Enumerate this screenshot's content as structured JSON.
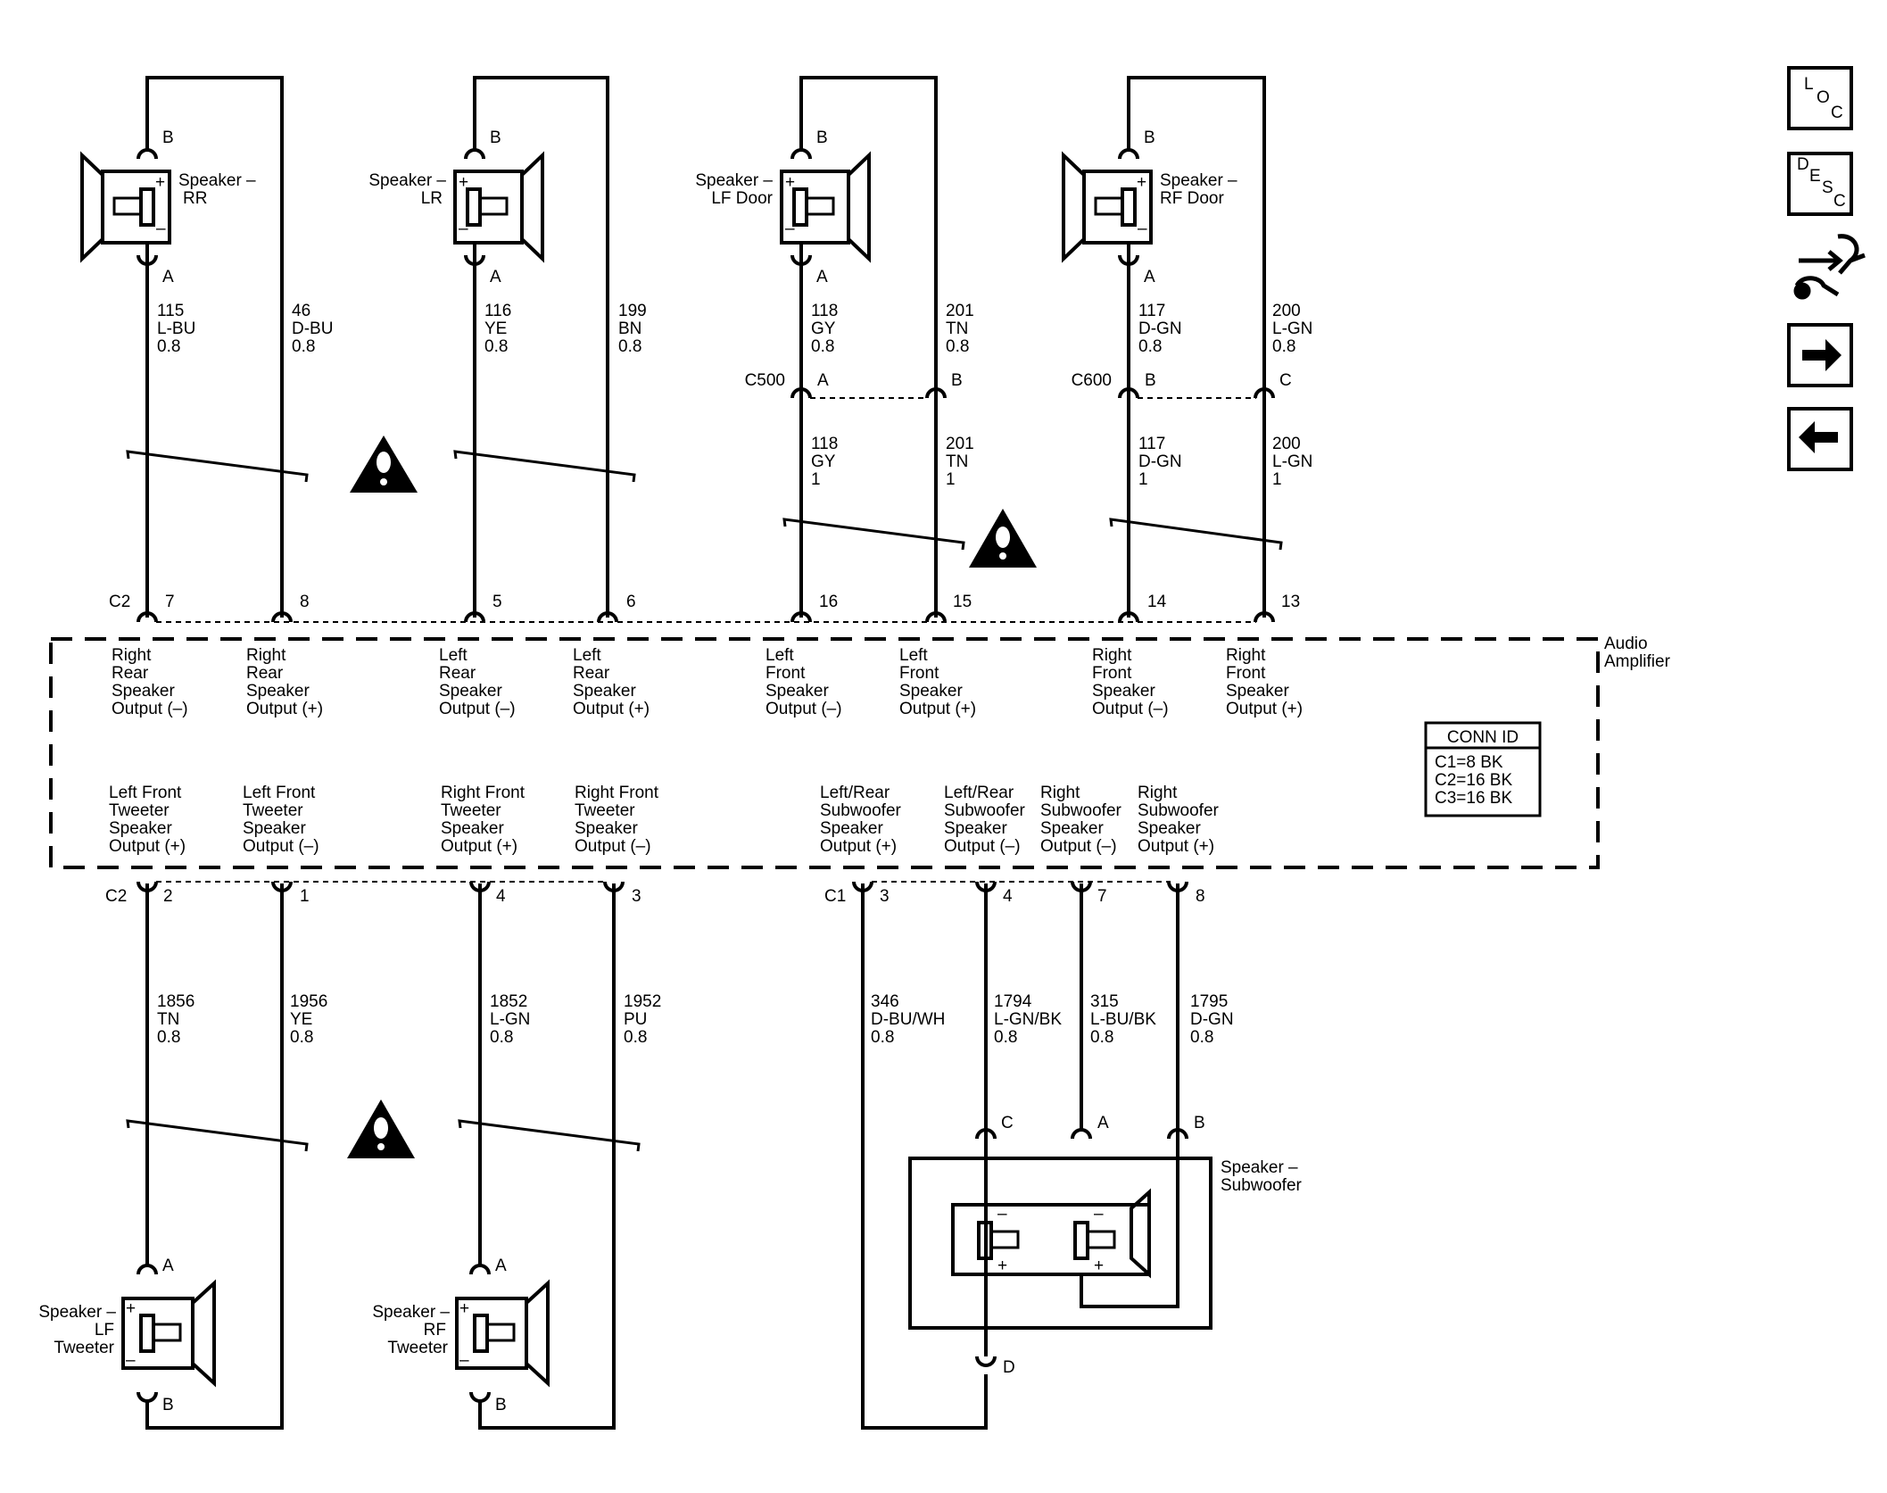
{
  "nav": {
    "loc": [
      "L",
      "O",
      "C"
    ],
    "desc": [
      "D",
      "E",
      "S",
      "C"
    ]
  },
  "amplifier": {
    "name_lines": [
      "Audio",
      "Amplifier"
    ],
    "conn_id": {
      "title": "CONN ID",
      "rows": [
        "C1=8 BK",
        "C2=16 BK",
        "C3=16 BK"
      ]
    },
    "top_connector": "C2",
    "bottom_connectors": [
      "C2",
      "C1"
    ],
    "top_outputs": [
      {
        "pin": "7",
        "lines": [
          "Right",
          "Rear",
          "Speaker",
          "Output (–)"
        ]
      },
      {
        "pin": "8",
        "lines": [
          "Right",
          "Rear",
          "Speaker",
          "Output (+)"
        ]
      },
      {
        "pin": "5",
        "lines": [
          "Left",
          "Rear",
          "Speaker",
          "Output (–)"
        ]
      },
      {
        "pin": "6",
        "lines": [
          "Left",
          "Rear",
          "Speaker",
          "Output (+)"
        ]
      },
      {
        "pin": "16",
        "lines": [
          "Left",
          "Front",
          "Speaker",
          "Output (–)"
        ]
      },
      {
        "pin": "15",
        "lines": [
          "Left",
          "Front",
          "Speaker",
          "Output (+)"
        ]
      },
      {
        "pin": "14",
        "lines": [
          "Right",
          "Front",
          "Speaker",
          "Output (–)"
        ]
      },
      {
        "pin": "13",
        "lines": [
          "Right",
          "Front",
          "Speaker",
          "Output (+)"
        ]
      }
    ],
    "bottom_outputs": [
      {
        "pin": "2",
        "lines": [
          "Left Front",
          "Tweeter",
          "Speaker",
          "Output (+)"
        ]
      },
      {
        "pin": "1",
        "lines": [
          "Left Front",
          "Tweeter",
          "Speaker",
          "Output (–)"
        ]
      },
      {
        "pin": "4",
        "lines": [
          "Right Front",
          "Tweeter",
          "Speaker",
          "Output (+)"
        ]
      },
      {
        "pin": "3",
        "lines": [
          "Right Front",
          "Tweeter",
          "Speaker",
          "Output (–)"
        ]
      },
      {
        "pin": "3",
        "lines": [
          "Left/Rear",
          "Subwoofer",
          "Speaker",
          "Output (+)"
        ]
      },
      {
        "pin": "4",
        "lines": [
          "Left/Rear",
          "Subwoofer",
          "Speaker",
          "Output (–)"
        ]
      },
      {
        "pin": "7",
        "lines": [
          "Right",
          "Subwoofer",
          "Speaker",
          "Output (–)"
        ]
      },
      {
        "pin": "8",
        "lines": [
          "Right",
          "Subwoofer",
          "Speaker",
          "Output (+)"
        ]
      }
    ]
  },
  "speakers": {
    "rr": {
      "lines": [
        "Speaker –",
        "RR"
      ],
      "pin_top": "B",
      "pin_bottom": "A"
    },
    "lr": {
      "lines": [
        "Speaker –",
        "LR"
      ],
      "pin_top": "B",
      "pin_bottom": "A"
    },
    "lf_door": {
      "lines": [
        "Speaker –",
        "LF Door"
      ],
      "pin_top": "B",
      "pin_bottom": "A"
    },
    "rf_door": {
      "lines": [
        "Speaker –",
        "RF Door"
      ],
      "pin_top": "B",
      "pin_bottom": "A"
    },
    "lf_tweeter": {
      "lines": [
        "Speaker –",
        "LF",
        "Tweeter"
      ],
      "pin_top": "A",
      "pin_bottom": "B"
    },
    "rf_tweeter": {
      "lines": [
        "Speaker –",
        "RF",
        "Tweeter"
      ],
      "pin_top": "A",
      "pin_bottom": "B"
    },
    "subwoofer": {
      "lines": [
        "Speaker –",
        "Subwoofer"
      ],
      "pins": [
        "C",
        "A",
        "B",
        "D"
      ]
    }
  },
  "inline_connectors": {
    "c500": {
      "name": "C500",
      "pins": [
        "A",
        "B"
      ]
    },
    "c600": {
      "name": "C600",
      "pins": [
        "B",
        "C"
      ]
    }
  },
  "wires": {
    "top": [
      [
        "115",
        "L-BU",
        "0.8"
      ],
      [
        "46",
        "D-BU",
        "0.8"
      ],
      [
        "116",
        "YE",
        "0.8"
      ],
      [
        "199",
        "BN",
        "0.8"
      ],
      [
        "118",
        "GY",
        "0.8"
      ],
      [
        "201",
        "TN",
        "0.8"
      ],
      [
        "117",
        "D-GN",
        "0.8"
      ],
      [
        "200",
        "L-GN",
        "0.8"
      ]
    ],
    "middle": [
      [
        "118",
        "GY",
        "1"
      ],
      [
        "201",
        "TN",
        "1"
      ],
      [
        "117",
        "D-GN",
        "1"
      ],
      [
        "200",
        "L-GN",
        "1"
      ]
    ],
    "bottom": [
      [
        "1856",
        "TN",
        "0.8"
      ],
      [
        "1956",
        "YE",
        "0.8"
      ],
      [
        "1852",
        "L-GN",
        "0.8"
      ],
      [
        "1952",
        "PU",
        "0.8"
      ],
      [
        "346",
        "D-BU/WH",
        "0.8"
      ],
      [
        "1794",
        "L-GN/BK",
        "0.8"
      ],
      [
        "315",
        "L-BU/BK",
        "0.8"
      ],
      [
        "1795",
        "D-GN",
        "0.8"
      ]
    ]
  },
  "polarity": {
    "plus": "+",
    "minus": "–"
  }
}
